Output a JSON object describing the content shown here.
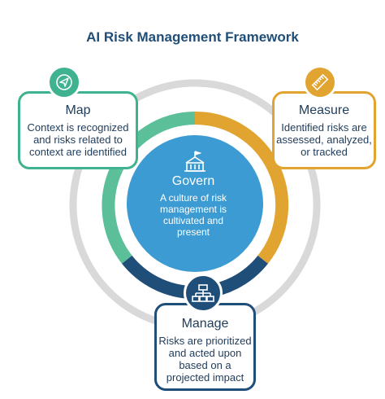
{
  "title": "AI Risk Management Framework",
  "govern": {
    "heading": "Govern",
    "description": "A culture of risk management is cultivated and present",
    "icon": "building-icon"
  },
  "map": {
    "heading": "Map",
    "description": "Context is recognized and risks related to context are identified",
    "icon": "navigation-arrow-icon"
  },
  "measure": {
    "heading": "Measure",
    "description": "Identified risks are assessed, analyzed, or tracked",
    "icon": "ruler-icon"
  },
  "manage": {
    "heading": "Manage",
    "description": "Risks are prioritized and acted upon based on a projected impact",
    "icon": "hierarchy-icon"
  },
  "colors": {
    "title": "#1f4e79",
    "map": "#3fb28f",
    "measure": "#e2a431",
    "manage": "#1f4e79",
    "govern": "#3b9bd2",
    "outer_ring": "#d9d9d9"
  }
}
